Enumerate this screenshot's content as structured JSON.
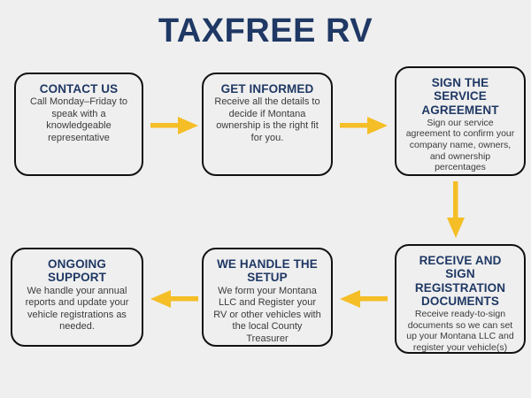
{
  "page": {
    "title": "TAXFREE RV",
    "background_color": "#efefef",
    "navy_color": "#1f3864",
    "arrow_color": "#f5be26",
    "body_text_color": "#3b3b3b",
    "border_color": "#111111"
  },
  "steps": [
    {
      "id": "contact-us",
      "title": "CONTACT US",
      "body": "Call Monday–Friday to speak with a knowledgeable representative"
    },
    {
      "id": "get-informed",
      "title": "GET INFORMED",
      "body": "Receive all the details to decide if Montana ownership is the right fit for you."
    },
    {
      "id": "sign-agreement",
      "title": "SIGN THE SERVICE AGREEMENT",
      "body": "Sign our service agreement to confirm your company name, owners, and ownership percentages"
    },
    {
      "id": "receive-sign",
      "title": "RECEIVE AND SIGN REGISTRATION DOCUMENTS",
      "body": "Receive ready-to-sign documents so we can set up your Montana LLC and register your vehicle(s)"
    },
    {
      "id": "we-handle-setup",
      "title": "WE HANDLE THE SETUP",
      "body": "We form your Montana LLC and Register your RV or other vehicles with the local County Treasurer"
    },
    {
      "id": "ongoing-support",
      "title": "ONGOING SUPPORT",
      "body": "We handle your annual reports and update your vehicle registrations as needed."
    }
  ],
  "arrows": [
    {
      "id": "contact-to-informed",
      "direction": "right"
    },
    {
      "id": "informed-to-sign",
      "direction": "right"
    },
    {
      "id": "sign-to-receive",
      "direction": "down"
    },
    {
      "id": "receive-to-setup",
      "direction": "left"
    },
    {
      "id": "setup-to-support",
      "direction": "left"
    }
  ]
}
